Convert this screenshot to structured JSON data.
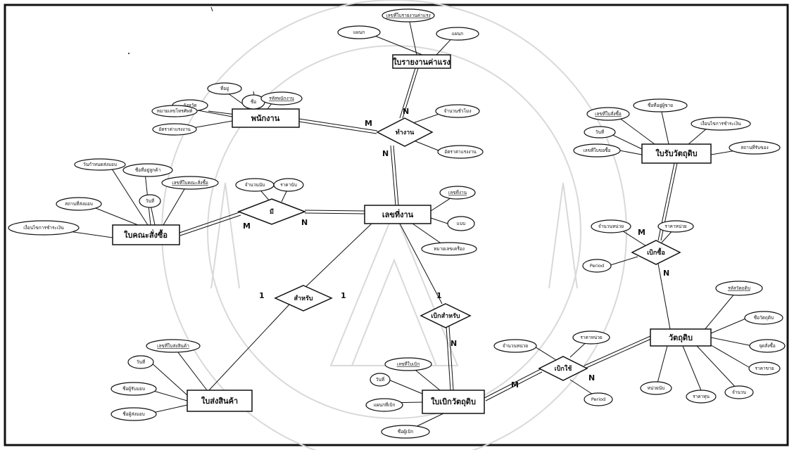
{
  "diagram": {
    "entities": {
      "report": "ใบรายงานค่าแรง",
      "employee": "พนักงาน",
      "job_number": "เลขที่งาน",
      "purchase_order": "ใบคณะสั่งซื้อ",
      "material_receipt": "ใบรับวัตถุดิบ",
      "delivery_note": "ใบส่งสินค้า",
      "material_requisition": "ใบเบิกวัตถุดิบ",
      "material": "วัตถุดิบ"
    },
    "relationships": {
      "works": "ทำงาน",
      "has": "มี",
      "for": "สำหรับ",
      "withdraw_for": "เบิกสำหรับ",
      "purchase_withdraw": "เบิกซื้อ",
      "withdraw_use": "เบิกใช้"
    },
    "attributes": {
      "report_no": "เลขที่ใบรายงานค่าแรง",
      "report_dept_left": "แผนก",
      "report_dept_right": "แผนก",
      "emp_address": "ที่อยู่",
      "emp_province": "จังหวัด",
      "emp_name": "ชื่อ",
      "emp_id": "รหัสพนักงาน",
      "emp_phone": "หมายเลขโทรศัพท์",
      "emp_wage_rate": "อัตราค่าแรงงาน",
      "works_hours": "จำนวนชั่วโมง",
      "works_wage_rate": "อัตราค่าแรงงาน",
      "receipt_no": "เลขที่ใบสั่งซื้อ",
      "receipt_seller": "ชื่อที่อยู่ผู้ขาย",
      "receipt_date": "วันที่",
      "receipt_payment": "เงื่อนไขการชำระเงิน",
      "receipt_request_no": "เลขที่ใบขอซื้อ",
      "receipt_place": "สถานที่รับของ",
      "po_delivery_date": "วันกำหนดส่งมอบ",
      "po_customer": "ชื่อที่อยู่ลูกค้า",
      "po_no": "เลขที่ใบคณะสั่งซื้อ",
      "po_delivery_place": "สถานที่ส่งมอบ",
      "po_date": "วันที่",
      "po_payment": "เงื่อนไขการชำระเงิน",
      "has_qty": "จำนวนนับ",
      "has_price": "ราคานับ",
      "job_no": "เลขที่งาน",
      "job_model": "แบบ",
      "job_serial": "หมายเลขเครื่อง",
      "pw_unit_qty": "จำนวนหน่วย",
      "pw_unit_price": "ราคาหน่วย",
      "pw_period": "Period",
      "mat_code": "รหัสวัตถุดิบ",
      "mat_name": "ชื่อวัตถุดิบ",
      "mat_reorder": "จุดสั่งซื้อ",
      "mat_sale_price": "ราคาขาย",
      "mat_qty": "จำนวน",
      "mat_cost": "ราคาทุน",
      "mat_unit": "หน่วยนับ",
      "wu_unit_qty": "จำนวนหน่วย",
      "wu_unit_price": "ราคาหน่วย",
      "wu_period": "Period",
      "req_no": "เลขที่ใบเบิก",
      "req_date": "วันที่",
      "req_dept": "แผนกที่เบิก",
      "req_requester": "ชื่อผู้เบิก",
      "dn_no": "เลขที่ใบส่งสินค้า",
      "dn_date": "วันที่",
      "dn_receiver": "ชื่อผู้รับมอบ",
      "dn_sender": "ชื่อผู้ส่งมอบ"
    },
    "cardinalities": {
      "works_emp": "M",
      "works_report": "N",
      "works_job": "N",
      "has_po": "M",
      "has_job": "N",
      "for_dn": "1",
      "for_job": "1",
      "withdraw_for_job": "1",
      "withdraw_for_req": "N",
      "purchase_receipt": "M",
      "purchase_material": "N",
      "withdraw_use_req": "M",
      "withdraw_use_material": "N"
    }
  }
}
